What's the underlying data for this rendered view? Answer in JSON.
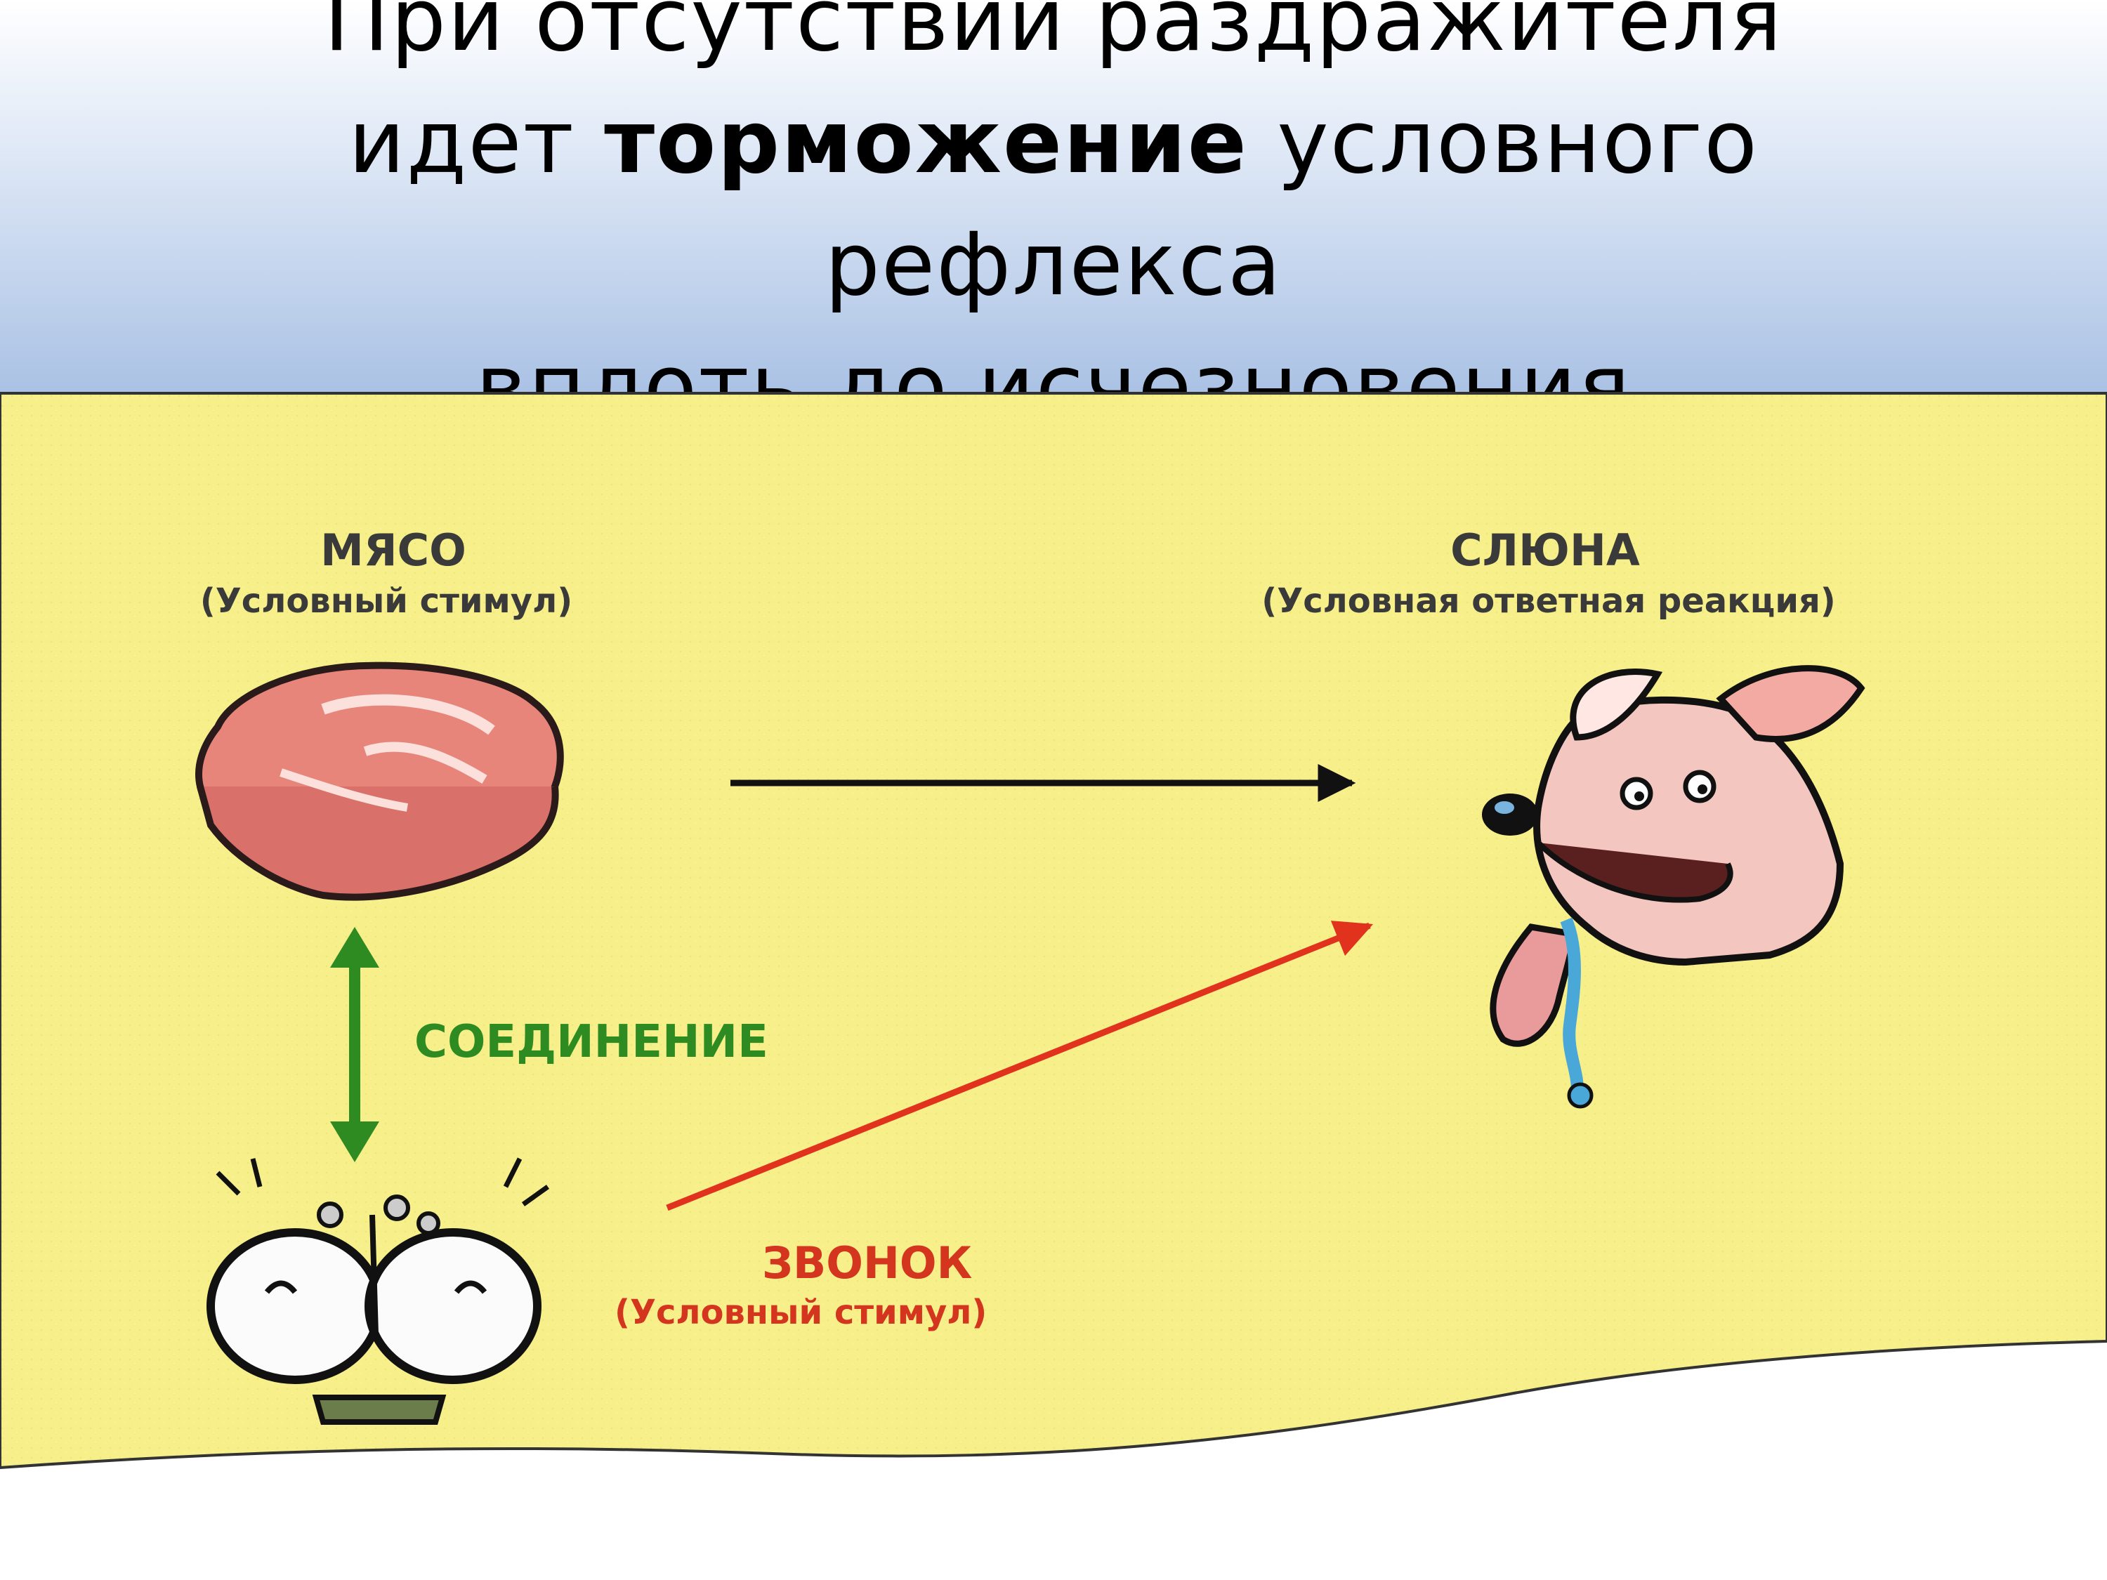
{
  "slide": {
    "title": {
      "line1": "При отсутствии раздражителя",
      "line2_prefix": "идет ",
      "line2_bold": "торможение",
      "line2_suffix": " условного",
      "line3": "рефлекса",
      "line4": "вплоть до исчезновения"
    }
  },
  "diagram": {
    "meat": {
      "label": "МЯСО",
      "caption": "(Условный стимул)"
    },
    "saliva": {
      "label": "СЛЮНА",
      "caption": "(Условная ответная реакция)"
    },
    "connection": {
      "label": "СОЕДИНЕНИЕ"
    },
    "bell": {
      "label": "ЗВОНОК",
      "caption": "(Условный стимул)"
    },
    "colors": {
      "background": "#f6ef8a",
      "meat": "#e8857a",
      "green": "#2e8b22",
      "red": "#e0321c",
      "dog": "#f3c6bf"
    },
    "icons": {
      "meat": "meat-steak-icon",
      "dog": "dog-face-icon",
      "bell": "bell-icon"
    }
  }
}
